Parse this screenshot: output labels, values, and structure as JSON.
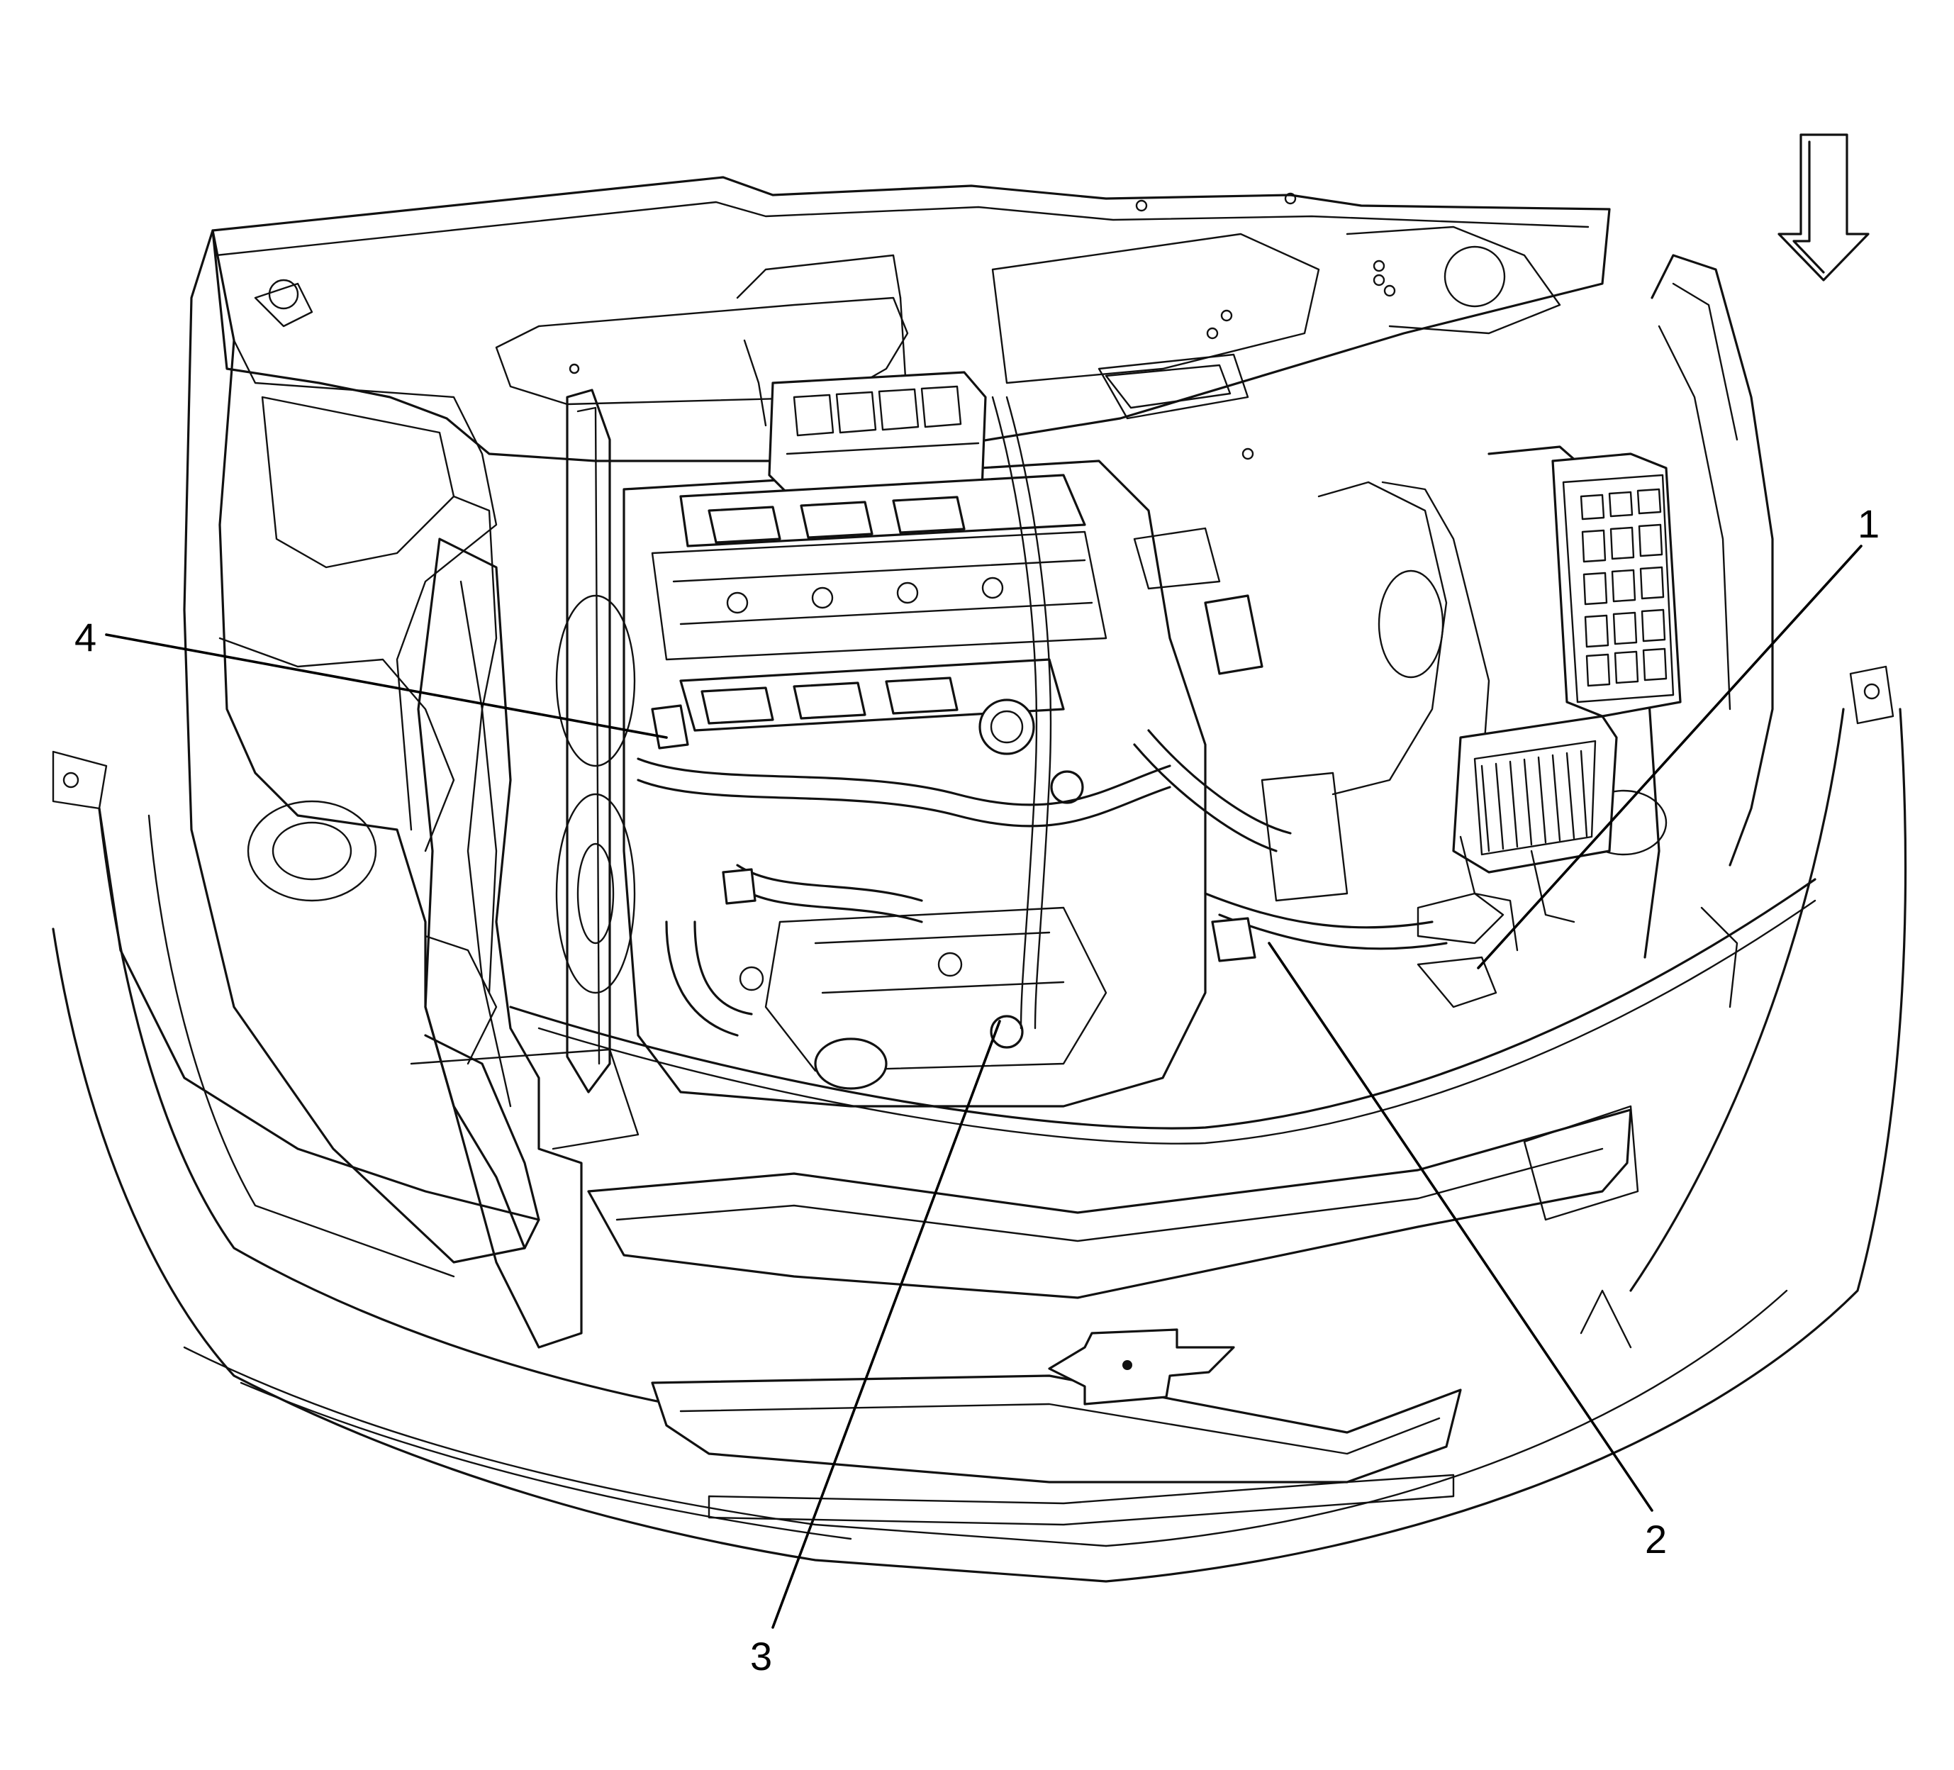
{
  "callouts": [
    {
      "id": "1",
      "label": "1"
    },
    {
      "id": "2",
      "label": "2"
    },
    {
      "id": "3",
      "label": "3"
    },
    {
      "id": "4",
      "label": "4"
    }
  ],
  "icons": {
    "direction": "down-arrow-icon",
    "emblem": "bowtie-emblem-icon"
  },
  "colors": {
    "line": "#111111",
    "background": "#ffffff"
  }
}
